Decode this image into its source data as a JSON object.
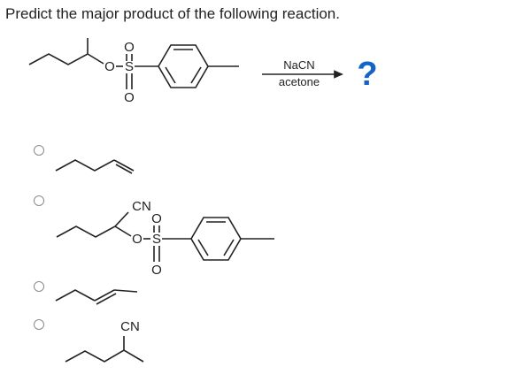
{
  "question": {
    "text": "Predict the major product of the following reaction."
  },
  "reactant": {
    "atoms": [
      "O",
      "S",
      "O",
      "O"
    ]
  },
  "conditions": {
    "reagent": "NaCN",
    "solvent": "acetone",
    "product_placeholder": "?"
  },
  "options": [
    {
      "atoms": []
    },
    {
      "atoms": [
        "CN",
        "O",
        "S",
        "O",
        "O"
      ]
    },
    {
      "atoms": []
    },
    {
      "atoms": [
        "CN"
      ]
    }
  ],
  "colors": {
    "text": "#222222",
    "question_mark": "#1464c8",
    "radio_border": "#8a8a8a"
  }
}
